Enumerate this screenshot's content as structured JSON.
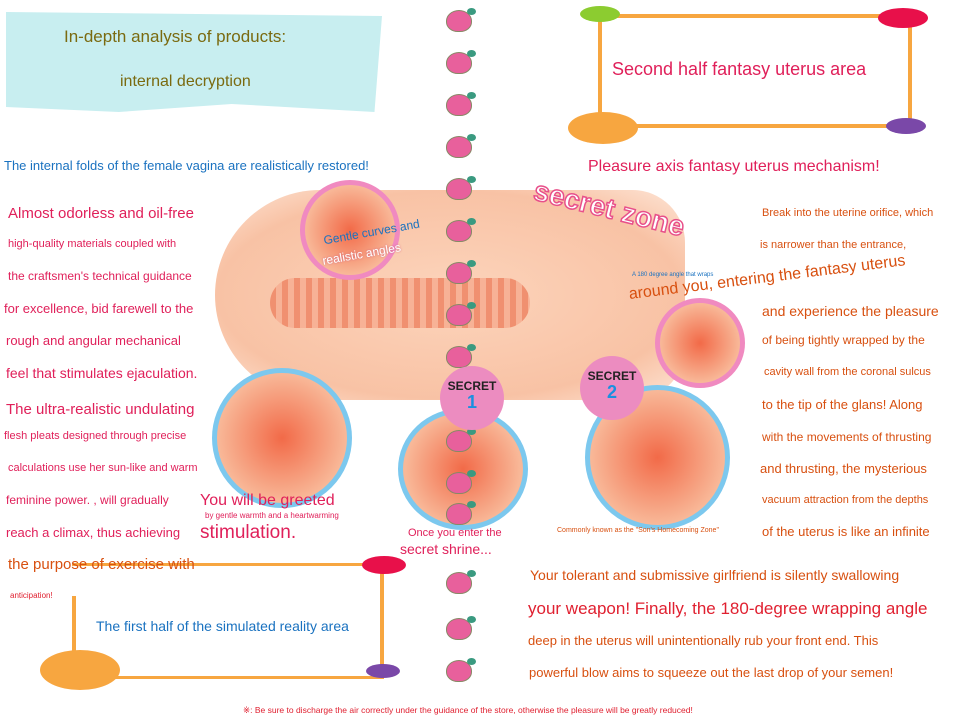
{
  "header_left": {
    "title": "In-depth analysis of products:",
    "subtitle": "internal decryption"
  },
  "header_right": {
    "title": "Second half fantasy uterus area"
  },
  "intro_left": "The internal folds of the female vagina are realistically restored!",
  "intro_right": "Pleasure axis fantasy uterus mechanism!",
  "left_text": [
    "Almost odorless and oil-free",
    "high-quality materials coupled with",
    "the craftsmen's technical guidance",
    "for excellence, bid farewell to the",
    "rough and angular mechanical",
    "feel that stimulates ejaculation.",
    "The ultra-realistic undulating",
    "flesh pleats designed through precise",
    "calculations use her sun-like and warm",
    "feminine power. , will gradually",
    "reach a climax, thus achieving",
    "the purpose of exercise with",
    "anticipation!"
  ],
  "right_text": [
    "Break into the uterine orifice, which",
    "is narrower than the entrance,",
    "and experience the pleasure",
    "of being tightly wrapped by the",
    "cavity wall from the coronal sulcus",
    "to the tip of the glans! Along",
    "with the movements of thrusting",
    "and thrusting, the mysterious",
    "vacuum attraction from the depths",
    "of the uterus is like an infinite"
  ],
  "bottom_right_text": [
    "Your tolerant and submissive girlfriend is silently swallowing",
    "your weapon! Finally, the 180-degree wrapping angle",
    "deep in the uterus will unintentionally rub your front end. This",
    "powerful blow aims to squeeze out the last drop of your semen!"
  ],
  "bottom_left_title": "The first half of the simulated reality area",
  "callouts": {
    "secret_zone": "secret zone",
    "gentle_curves": "Gentle curves and",
    "realistic_angles": "realistic angles",
    "wrap_small": "A 180 degree angle that wraps",
    "entering_1": "around you, entering the fantasy uterus",
    "greeted": "You will be greeted",
    "greeted_small": "by gentle warmth and a heartwarming",
    "stimulation": "stimulation.",
    "enter_1": "Once you enter the",
    "enter_2": "secret shrine...",
    "homecoming": "Commonly known as the \"Son's Homecoming Zone\""
  },
  "badges": [
    {
      "label": "SECRET",
      "number": "1"
    },
    {
      "label": "SECRET",
      "number": "2"
    }
  ],
  "footer_note": "※: Be sure to discharge the air correctly under the guidance of the store, otherwise the pleasure will be greatly reduced!",
  "colors": {
    "frame": "#f7a640",
    "pink": "#e0205a",
    "orange": "#d85010",
    "blue": "#1a72c0"
  }
}
